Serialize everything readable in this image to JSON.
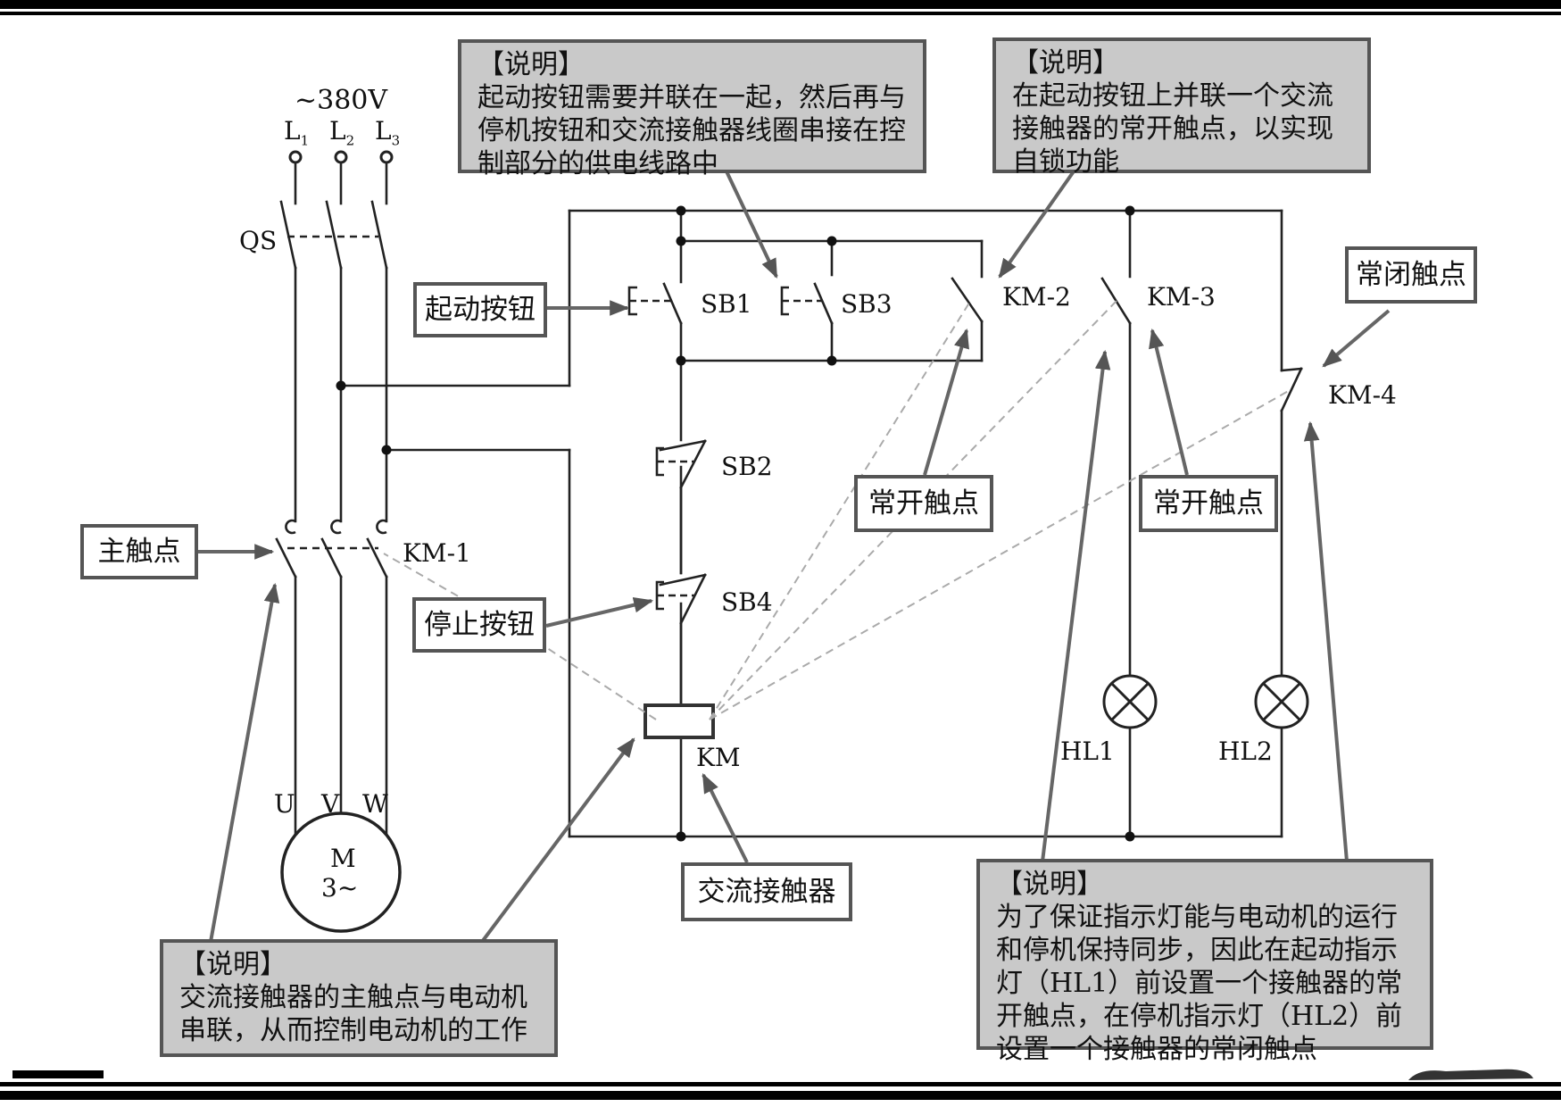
{
  "supply": {
    "voltage": "~380V",
    "phases": [
      "L1",
      "L2",
      "L3"
    ]
  },
  "components": {
    "qs": "QS",
    "sb1": "SB1",
    "sb2": "SB2",
    "sb3": "SB3",
    "sb4": "SB4",
    "km": "KM",
    "km1": "KM-1",
    "km2": "KM-2",
    "km3": "KM-3",
    "km4": "KM-4",
    "hl1": "HL1",
    "hl2": "HL2",
    "motor_u": "U",
    "motor_v": "V",
    "motor_w": "W",
    "motor_m": "M",
    "motor_phase": "3~"
  },
  "callouts": {
    "start_button": "起动按钮",
    "stop_button": "停止按钮",
    "main_contact": "主触点",
    "no_contact_1": "常开触点",
    "no_contact_2": "常开触点",
    "nc_contact": "常闭触点",
    "ac_contactor": "交流接触器"
  },
  "notes": {
    "top_left": {
      "heading": "【说明】",
      "body": "起动按钮需要并联在一起，然后再与停机按钮和交流接触器线圈串接在控制部分的供电线路中"
    },
    "top_right": {
      "heading": "【说明】",
      "body": "在起动按钮上并联一个交流接触器的常开触点，以实现自锁功能"
    },
    "bottom_left": {
      "heading": "【说明】",
      "body": "交流接触器的主触点与电动机串联，从而控制电动机的工作"
    },
    "bottom_right": {
      "heading": "【说明】",
      "body": "为了保证指示灯能与电动机的运行和停机保持同步，因此在起动指示灯（HL1）前设置一个接触器的常开触点，在停机指示灯（HL2）前设置一个接触器的常闭触点"
    }
  },
  "colors": {
    "wire": "#222222",
    "callout_border": "#555555",
    "note_fill": "#c9c9c9",
    "arrow": "#666666",
    "dashed_link": "#aaaaaa"
  }
}
